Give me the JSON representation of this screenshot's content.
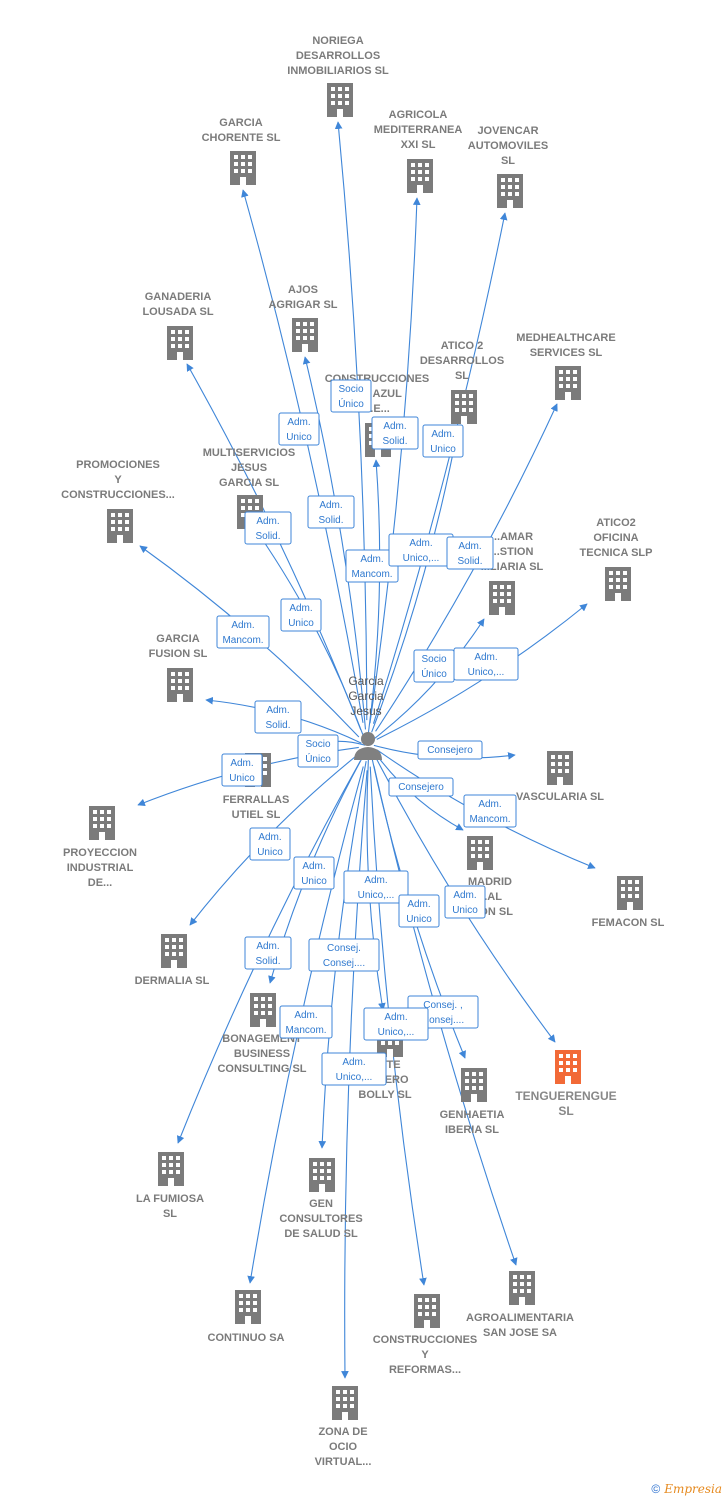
{
  "center": {
    "lines": [
      "Garcia",
      "Garcia",
      "Jesus"
    ],
    "icon": "person-icon"
  },
  "colors": {
    "edge": "#3f86d8",
    "building": "#7b7b7b",
    "highlight": "#f26a37",
    "person": "#808080"
  },
  "nodes": [
    {
      "id": "noriega",
      "lines": [
        "NORIEGA",
        "DESARROLLOS",
        "INMOBILIARIOS SL"
      ]
    },
    {
      "id": "garcia_chorente",
      "lines": [
        "GARCIA",
        "CHORENTE SL"
      ]
    },
    {
      "id": "agricola",
      "lines": [
        "AGRICOLA",
        "MEDITERRANEA",
        "XXI  SL"
      ]
    },
    {
      "id": "jovencar",
      "lines": [
        "JOVENCAR",
        "AUTOMOVILES",
        "SL"
      ]
    },
    {
      "id": "ganaderia",
      "lines": [
        "GANADERIA",
        "LOUSADA  SL"
      ]
    },
    {
      "id": "ajos",
      "lines": [
        "AJOS",
        "AGRIGAR  SL"
      ]
    },
    {
      "id": "construcciones_azul",
      "lines": [
        "CONSTRUCCIONES",
        "...O AZUL",
        "...E..."
      ]
    },
    {
      "id": "atico2_desarrollos",
      "lines": [
        "ATICO 2",
        "DESARROLLOS",
        "SL"
      ]
    },
    {
      "id": "medhealthcare",
      "lines": [
        "MEDHEALTHCARE",
        "SERVICES  SL"
      ]
    },
    {
      "id": "promociones",
      "lines": [
        "PROMOCIONES",
        "Y",
        "CONSTRUCCIONES..."
      ]
    },
    {
      "id": "multiservicios",
      "lines": [
        "MULTISERVICIOS",
        "JESUS",
        "GARCIA  SL"
      ]
    },
    {
      "id": "gestion",
      "lines": [
        "...AMAR",
        "...STION",
        "...LIARIA SL"
      ]
    },
    {
      "id": "atico2_oficina",
      "lines": [
        "ATICO2",
        "OFICINA",
        "TECNICA  SLP"
      ]
    },
    {
      "id": "garcia_fusion",
      "lines": [
        "GARCIA",
        "FUSION SL"
      ]
    },
    {
      "id": "ferrallas",
      "lines": [
        "FERRALLAS",
        "UTIEL  SL"
      ]
    },
    {
      "id": "vascularia",
      "lines": [
        "VASCULARIA SL"
      ]
    },
    {
      "id": "proyeccion",
      "lines": [
        "PROYECCION",
        "INDUSTRIAL",
        "DE..."
      ]
    },
    {
      "id": "madrid",
      "lines": [
        "MADRID",
        "...AL",
        "...ION SL"
      ]
    },
    {
      "id": "femacon",
      "lines": [
        "FEMACON SL"
      ]
    },
    {
      "id": "dermalia",
      "lines": [
        "DERMALIA SL"
      ]
    },
    {
      "id": "bonagement",
      "lines": [
        "BONAGEMENT",
        "BUSINESS",
        "CONSULTING SL"
      ]
    },
    {
      "id": "tenguerengue",
      "lines": [
        "TENGUERENGUE",
        "SL"
      ]
    },
    {
      "id": "bolly",
      "lines": [
        "...RTE",
        "...ELERO",
        "BOLLY SL"
      ]
    },
    {
      "id": "genhaetia",
      "lines": [
        "GENHAETIA",
        "IBERIA  SL"
      ]
    },
    {
      "id": "la_fumiosa",
      "lines": [
        "LA FUMIOSA",
        "SL"
      ]
    },
    {
      "id": "gen_consultores",
      "lines": [
        "GEN",
        "CONSULTORES",
        "DE SALUD SL"
      ]
    },
    {
      "id": "continuo",
      "lines": [
        "CONTINUO SA"
      ]
    },
    {
      "id": "construcciones_reformas",
      "lines": [
        "CONSTRUCCIONES",
        "Y",
        "REFORMAS..."
      ]
    },
    {
      "id": "agroalimentaria",
      "lines": [
        "AGROALIMENTARIA",
        "SAN JOSE SA"
      ]
    },
    {
      "id": "zona_ocio",
      "lines": [
        "ZONA DE",
        "OCIO",
        "VIRTUAL..."
      ]
    }
  ],
  "relations": [
    [
      "Socio",
      "Único"
    ],
    [
      "Adm.",
      "Unico"
    ],
    [
      "Adm.",
      "Solid."
    ],
    [
      "Adm.",
      "Unico"
    ],
    [
      "Adm.",
      "Solid."
    ],
    [
      "Adm.",
      "Solid."
    ],
    [
      "Adm.",
      "Mancom."
    ],
    [
      "Adm.",
      "Unico,..."
    ],
    [
      "Adm.",
      "Solid."
    ],
    [
      "Adm.",
      "Mancom."
    ],
    [
      "Adm.",
      "Unico"
    ],
    [
      "Socio",
      "Único"
    ],
    [
      "Adm.",
      "Unico,..."
    ],
    [
      "Adm.",
      "Solid."
    ],
    [
      "Socio",
      "Único"
    ],
    [
      "Consejero"
    ],
    [
      "Adm.",
      "Unico"
    ],
    [
      "Consejero"
    ],
    [
      "Adm.",
      "Mancom."
    ],
    [
      "Adm.",
      "Unico"
    ],
    [
      "Adm.",
      "Unico"
    ],
    [
      "Adm.",
      "Unico"
    ],
    [
      "Adm.",
      "Unico,..."
    ],
    [
      "Adm.",
      "Unico"
    ],
    [
      "Adm.",
      "Solid."
    ],
    [
      "Consej.",
      "Consej...."
    ],
    [
      "Adm.",
      "Mancom."
    ],
    [
      "Consej. ,",
      "Consej...."
    ],
    [
      "Adm.",
      "Unico,..."
    ],
    [
      "Adm.",
      "Unico,..."
    ]
  ],
  "footer": {
    "copyright": "©",
    "brand": "Empresia"
  }
}
